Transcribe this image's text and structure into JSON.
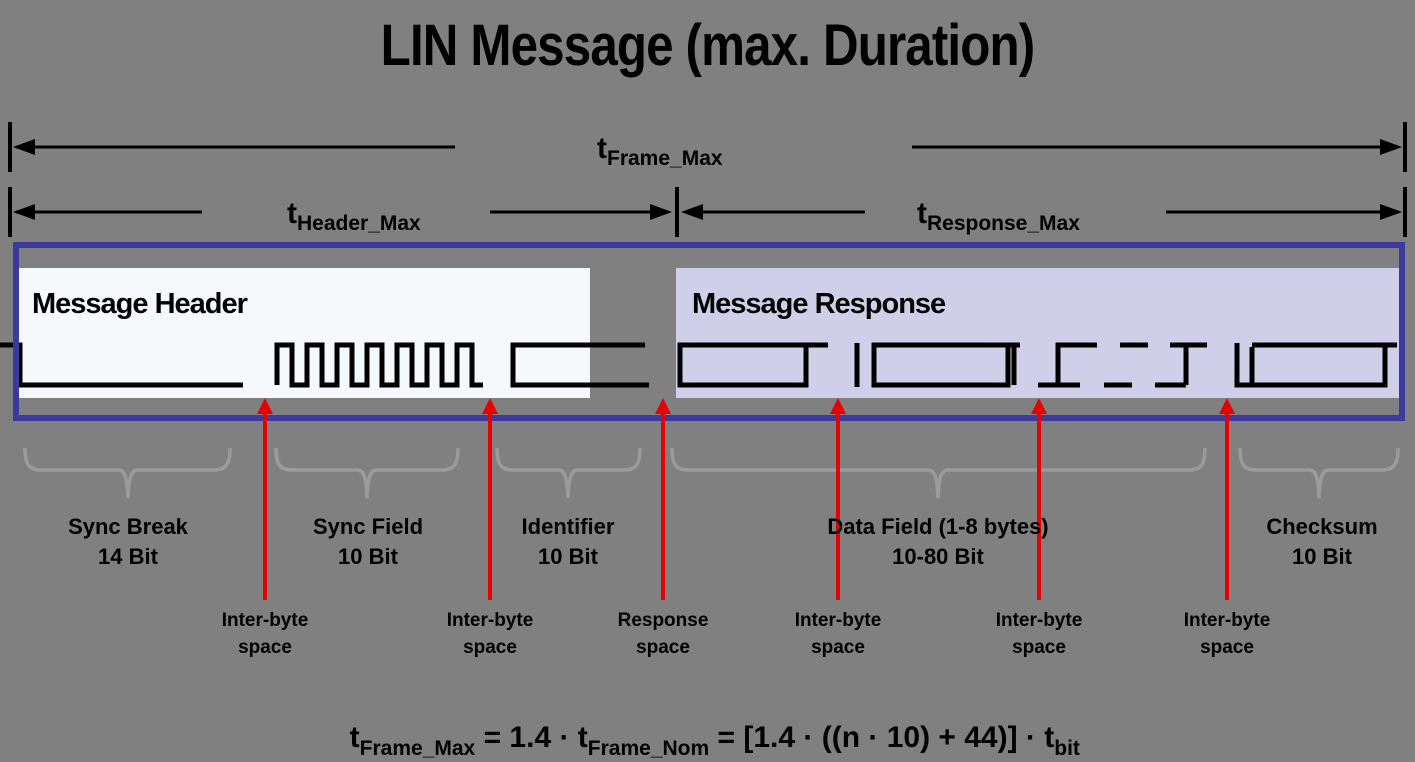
{
  "title": "LIN Message (max. Duration)",
  "colors": {
    "bg": "#808080",
    "ink": "#000000",
    "blue": "#3B3B9D",
    "red": "#E60000",
    "brace": "#9B9B9B",
    "header_fill": "#F5F9FB",
    "response_fill": "#CFCFE9"
  },
  "timing": {
    "frame": {
      "t": "t",
      "sub": "Frame_Max"
    },
    "header": {
      "t": "t",
      "sub": "Header_Max"
    },
    "response": {
      "t": "t",
      "sub": "Response_Max"
    }
  },
  "box": {
    "header_label": "Message Header",
    "response_label": "Message Response"
  },
  "sections": [
    {
      "name": "Sync Break",
      "bits": "14 Bit"
    },
    {
      "name": "Sync Field",
      "bits": "10 Bit"
    },
    {
      "name": "Identifier",
      "bits": "10 Bit"
    },
    {
      "name": "Data Field (1-8 bytes)",
      "bits": "10-80 Bit"
    },
    {
      "name": "Checksum",
      "bits": "10 Bit"
    }
  ],
  "spaces": [
    {
      "line1": "Inter-byte",
      "line2": "space"
    },
    {
      "line1": "Inter-byte",
      "line2": "space"
    },
    {
      "line1": "Response",
      "line2": "space"
    },
    {
      "line1": "Inter-byte",
      "line2": "space"
    },
    {
      "line1": "Inter-byte",
      "line2": "space"
    },
    {
      "line1": "Inter-byte",
      "line2": "space"
    }
  ],
  "formula": [
    {
      "main": "t",
      "sub": "Frame_Max"
    },
    {
      "main": " =  1.4 · "
    },
    {
      "main": "t",
      "sub": "Frame_Nom"
    },
    {
      "main": " = [1.4 · ((n · 10) + 44)] · "
    },
    {
      "main": "t",
      "sub": "bit"
    }
  ]
}
